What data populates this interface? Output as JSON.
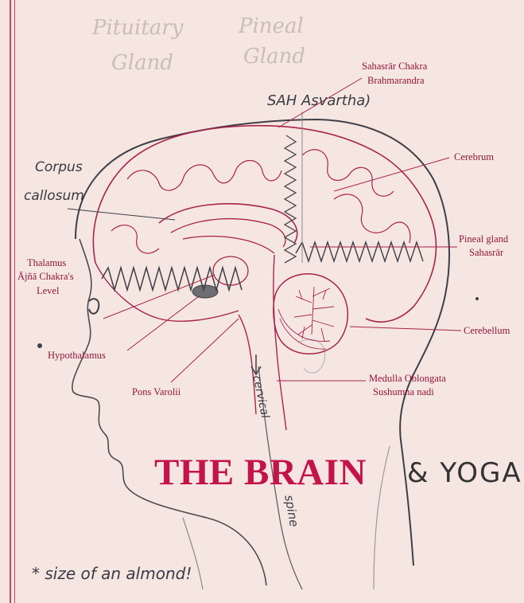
{
  "title": "THE BRAIN",
  "labels": {
    "sahasrar_chakra": [
      "Sahasrār Chakra",
      "Brahmarandra"
    ],
    "cerebrum": "Cerebrum",
    "pineal_gland": [
      "Pineal gland",
      "Sahasrār"
    ],
    "thalamus": [
      "Thalamus",
      "Ājñā Chakra's",
      "Level"
    ],
    "hypothalamus": "Hypothalamus",
    "cerebellum": "Cerebellum",
    "pons_varolii": "Pons Varolii",
    "medulla_oblongata": [
      "Medulla Oblongata",
      "Sushumna nadi"
    ]
  },
  "handwritten": {
    "sah_asvartha": "SAH Asvartha)",
    "corpus_callosum": [
      "Corpus",
      "callosum"
    ],
    "yoga": "& YOGA",
    "cervical": "cervical",
    "spine": "spine",
    "size_note": "* size of an almond!",
    "faint_pituitary": "Pituitary",
    "faint_gland": "Gland",
    "faint_pineal": "Pineal",
    "faint_gland2": "Gland"
  },
  "colors": {
    "paper": "#f5e6e1",
    "label_red": "#8e1638",
    "title_red": "#c4134a",
    "line_red": "#a8234a",
    "pencil": "#3a3a45"
  }
}
